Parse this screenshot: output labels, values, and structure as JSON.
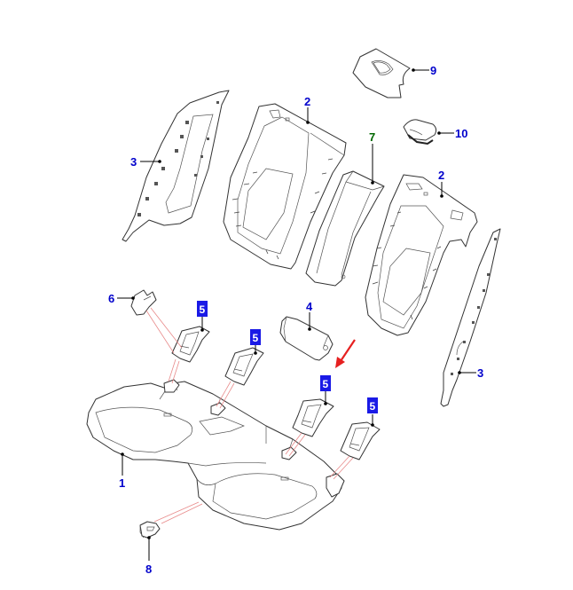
{
  "diagram": {
    "title": "Rear seat assembly exploded view",
    "callouts": [
      {
        "id": "c1",
        "label": "1",
        "part": "rear seat cushion",
        "color": "#0000cc",
        "highlighted": false
      },
      {
        "id": "c2a",
        "label": "2",
        "part": "seat back frame (left)",
        "color": "#0000cc",
        "highlighted": false
      },
      {
        "id": "c2b",
        "label": "2",
        "part": "seat back frame (right)",
        "color": "#0000cc",
        "highlighted": false
      },
      {
        "id": "c3a",
        "label": "3",
        "part": "side bolster trim (left)",
        "color": "#0000cc",
        "highlighted": false
      },
      {
        "id": "c3b",
        "label": "3",
        "part": "side bolster trim (right)",
        "color": "#0000cc",
        "highlighted": false
      },
      {
        "id": "c4",
        "label": "4",
        "part": "armrest bracket",
        "color": "#0000cc",
        "highlighted": false
      },
      {
        "id": "c5a",
        "label": "5",
        "part": "seat belt buckle guide",
        "color": "#1a1ae6",
        "highlighted": true
      },
      {
        "id": "c5b",
        "label": "5",
        "part": "seat belt buckle guide",
        "color": "#1a1ae6",
        "highlighted": true
      },
      {
        "id": "c5c",
        "label": "5",
        "part": "seat belt buckle guide",
        "color": "#1a1ae6",
        "highlighted": true
      },
      {
        "id": "c5d",
        "label": "5",
        "part": "seat belt buckle guide",
        "color": "#1a1ae6",
        "highlighted": true
      },
      {
        "id": "c6",
        "label": "6",
        "part": "clip",
        "color": "#0000cc",
        "highlighted": false
      },
      {
        "id": "c7",
        "label": "7",
        "part": "center armrest pad",
        "color": "#006600",
        "highlighted": false
      },
      {
        "id": "c8",
        "label": "8",
        "part": "hook",
        "color": "#0000cc",
        "highlighted": false
      },
      {
        "id": "c9",
        "label": "9",
        "part": "cover",
        "color": "#0000cc",
        "highlighted": false
      },
      {
        "id": "c10",
        "label": "10",
        "part": "release handle",
        "color": "#0000cc",
        "highlighted": false
      }
    ],
    "selection_arrow": {
      "color": "#e62020",
      "points_to": "c5c"
    }
  }
}
